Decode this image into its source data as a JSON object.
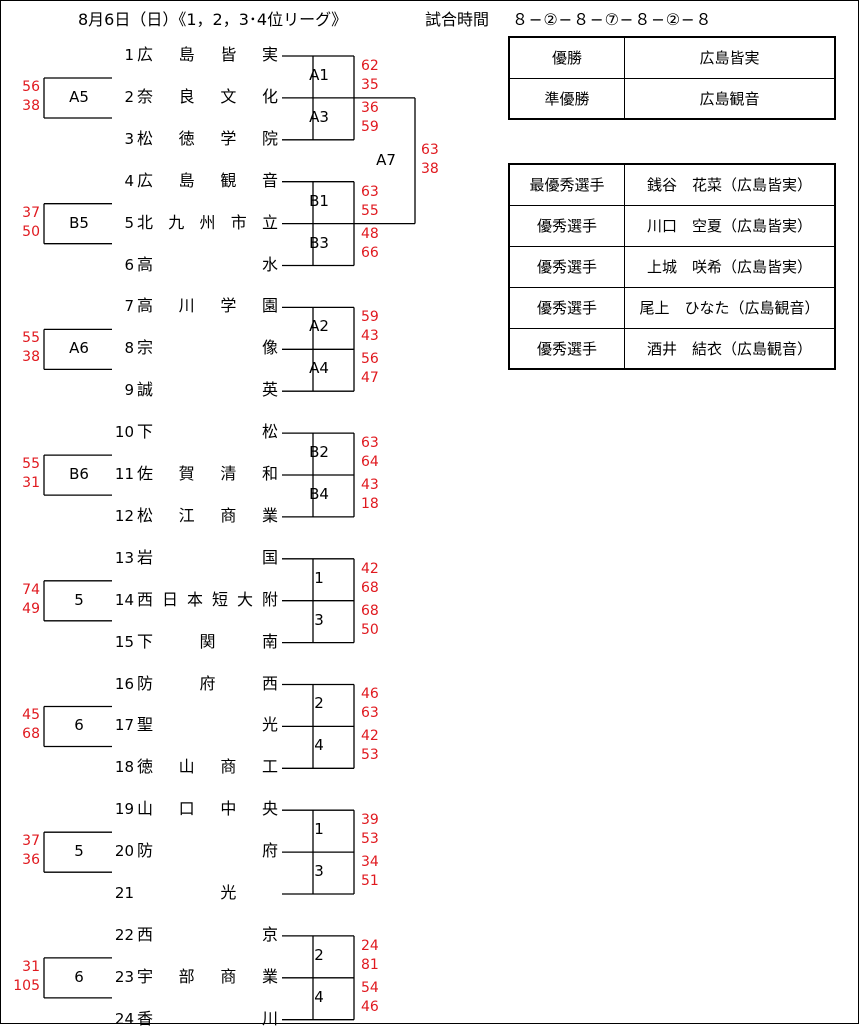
{
  "header": {
    "title": "8月6日（日）《1，2，3･4位リーグ》",
    "schedule_label": "試合時間",
    "schedule": "８−②−８−⑦−８−②−８"
  },
  "results": [
    {
      "label": "優勝",
      "value": "広島皆実"
    },
    {
      "label": "準優勝",
      "value": "広島観音"
    }
  ],
  "players": [
    {
      "label": "最優秀選手",
      "value": "銭谷　花菜（広島皆実）"
    },
    {
      "label": "優秀選手",
      "value": "川口　空夏（広島皆実）"
    },
    {
      "label": "優秀選手",
      "value": "上城　咲希（広島皆実）"
    },
    {
      "label": "優秀選手",
      "value": "尾上　ひなた（広島観音）"
    },
    {
      "label": "優秀選手",
      "value": "酒井　結衣（広島観音）"
    }
  ],
  "teams": [
    {
      "no": "1",
      "chars": [
        "広",
        "島",
        "皆",
        "実"
      ]
    },
    {
      "no": "2",
      "chars": [
        "奈",
        "良",
        "文",
        "化"
      ]
    },
    {
      "no": "3",
      "chars": [
        "松",
        "徳",
        "学",
        "院"
      ]
    },
    {
      "no": "4",
      "chars": [
        "広",
        "島",
        "観",
        "音"
      ]
    },
    {
      "no": "5",
      "chars": [
        "北",
        "九",
        "州",
        "市",
        "立"
      ]
    },
    {
      "no": "6",
      "chars": [
        "高",
        "",
        "",
        "",
        "水"
      ]
    },
    {
      "no": "7",
      "chars": [
        "高",
        "川",
        "学",
        "園"
      ]
    },
    {
      "no": "8",
      "chars": [
        "宗",
        "",
        "",
        "像"
      ]
    },
    {
      "no": "9",
      "chars": [
        "誠",
        "",
        "",
        "英"
      ]
    },
    {
      "no": "10",
      "chars": [
        "下",
        "",
        "",
        "松"
      ]
    },
    {
      "no": "11",
      "chars": [
        "佐",
        "賀",
        "清",
        "和"
      ]
    },
    {
      "no": "12",
      "chars": [
        "松",
        "江",
        "商",
        "業"
      ]
    },
    {
      "no": "13",
      "chars": [
        "岩",
        "",
        "",
        "国"
      ]
    },
    {
      "no": "14",
      "chars": [
        "西",
        "日",
        "本",
        "短",
        "大",
        "附"
      ]
    },
    {
      "no": "15",
      "chars": [
        "下",
        "",
        "関",
        "",
        "南"
      ]
    },
    {
      "no": "16",
      "chars": [
        "防",
        "",
        "府",
        "",
        "西"
      ]
    },
    {
      "no": "17",
      "chars": [
        "聖",
        "",
        "",
        "光"
      ]
    },
    {
      "no": "18",
      "chars": [
        "徳",
        "山",
        "商",
        "工"
      ]
    },
    {
      "no": "19",
      "chars": [
        "山",
        "口",
        "中",
        "央"
      ]
    },
    {
      "no": "20",
      "chars": [
        "防",
        "",
        "",
        "府"
      ]
    },
    {
      "no": "21",
      "chars": [
        "",
        "",
        "光",
        ""
      ]
    },
    {
      "no": "22",
      "chars": [
        "西",
        "",
        "",
        "京"
      ]
    },
    {
      "no": "23",
      "chars": [
        "宇",
        "部",
        "商",
        "業"
      ]
    },
    {
      "no": "24",
      "chars": [
        "香",
        "",
        "",
        "川"
      ]
    }
  ],
  "groups": [
    {
      "seed": "A5",
      "seed_scores": [
        "56",
        "38"
      ],
      "labels": [
        "A1",
        "A3"
      ],
      "scores": [
        "62",
        "35",
        "36",
        "59"
      ]
    },
    {
      "seed": "B5",
      "seed_scores": [
        "37",
        "50"
      ],
      "labels": [
        "B1",
        "B3"
      ],
      "scores": [
        "63",
        "55",
        "48",
        "66"
      ]
    },
    {
      "seed": "A6",
      "seed_scores": [
        "55",
        "38"
      ],
      "labels": [
        "A2",
        "A4"
      ],
      "scores": [
        "59",
        "43",
        "56",
        "47"
      ]
    },
    {
      "seed": "B6",
      "seed_scores": [
        "55",
        "31"
      ],
      "labels": [
        "B2",
        "B4"
      ],
      "scores": [
        "63",
        "64",
        "43",
        "18"
      ]
    },
    {
      "seed": "5",
      "seed_scores": [
        "74",
        "49"
      ],
      "labels": [
        "1",
        "3"
      ],
      "scores": [
        "42",
        "68",
        "68",
        "50"
      ]
    },
    {
      "seed": "6",
      "seed_scores": [
        "45",
        "68"
      ],
      "labels": [
        "2",
        "4"
      ],
      "scores": [
        "46",
        "63",
        "42",
        "53"
      ]
    },
    {
      "seed": "5",
      "seed_scores": [
        "37",
        "36"
      ],
      "labels": [
        "1",
        "3"
      ],
      "scores": [
        "39",
        "53",
        "34",
        "51"
      ]
    },
    {
      "seed": "6",
      "seed_scores": [
        "31",
        "105"
      ],
      "labels": [
        "2",
        "4"
      ],
      "scores": [
        "24",
        "81",
        "54",
        "46"
      ]
    }
  ],
  "final": {
    "label": "A7",
    "scores": [
      "63",
      "38"
    ]
  }
}
